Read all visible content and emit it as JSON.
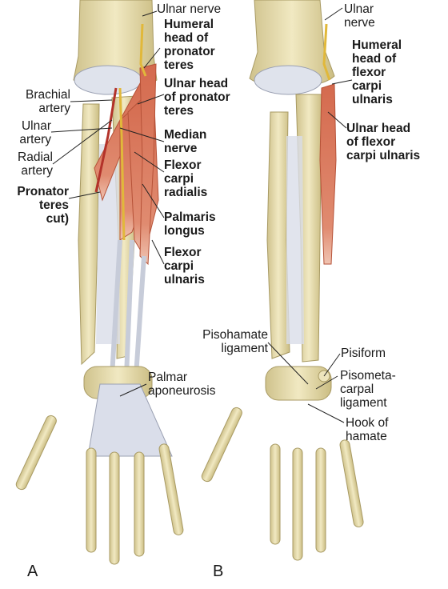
{
  "panels": [
    {
      "letter": "A"
    },
    {
      "letter": "B"
    }
  ],
  "labels_a": {
    "ulnar_nerve": "Ulnar nerve",
    "humeral_head_pronator": "Humeral\nhead of\npronator\nteres",
    "ulnar_head_pronator": "Ulnar head\nof pronator\nteres",
    "brachial_artery": "Brachial\nartery",
    "ulnar_artery": "Ulnar\nartery",
    "radial_artery": "Radial\nartery",
    "median_nerve": "Median\nnerve",
    "pronator_cut": "Pronator\nteres\ncut)",
    "flexor_carpi_radialis": "Flexor\ncarpi\nradialis",
    "palmaris_longus": "Palmaris\nlongus",
    "flexor_carpi_ulnaris": "Flexor\ncarpi\nulnaris",
    "palmar_aponeurosis": "Palmar\naponeurosis"
  },
  "labels_b": {
    "ulnar_nerve": "Ulnar\nnerve",
    "humeral_head_fcu": "Humeral\nhead of\nflexor\ncarpi\nulnaris",
    "ulnar_head_fcu": "Ulnar head\nof flexor\ncarpi ulnaris",
    "pisohamate_ligament": "Pisohamate\nligament",
    "pisiform": "Pisiform",
    "pisometacarpal_ligament": "Pisometa-\ncarpal\nligament",
    "hook_of_hamate": "Hook of\nhamate"
  },
  "colors": {
    "bone": "#e8dfb3",
    "bone_shadow": "#c9bd86",
    "muscle": "#d97a5e",
    "muscle_light": "#ecae94",
    "tendon": "#c7ccd9",
    "nerve": "#e1b83a",
    "artery": "#b3322a",
    "leader": "#222222"
  }
}
